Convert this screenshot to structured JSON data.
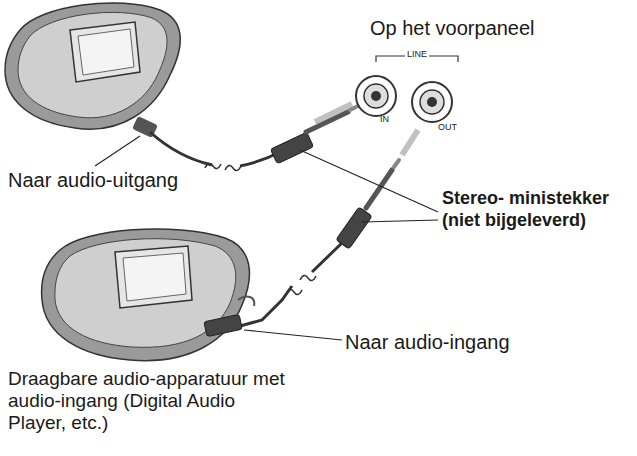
{
  "diagram": {
    "labels": [
      "Op het voorpaneel",
      "LINE",
      "IN",
      "OUT",
      "Naar audio-uitgang",
      "Stereo- ministekker (niet bijgeleverd)",
      "Naar audio-ingang",
      "Draagbare audio-apparatuur met audio-ingang (Digital Audio Player, etc.)"
    ]
  }
}
